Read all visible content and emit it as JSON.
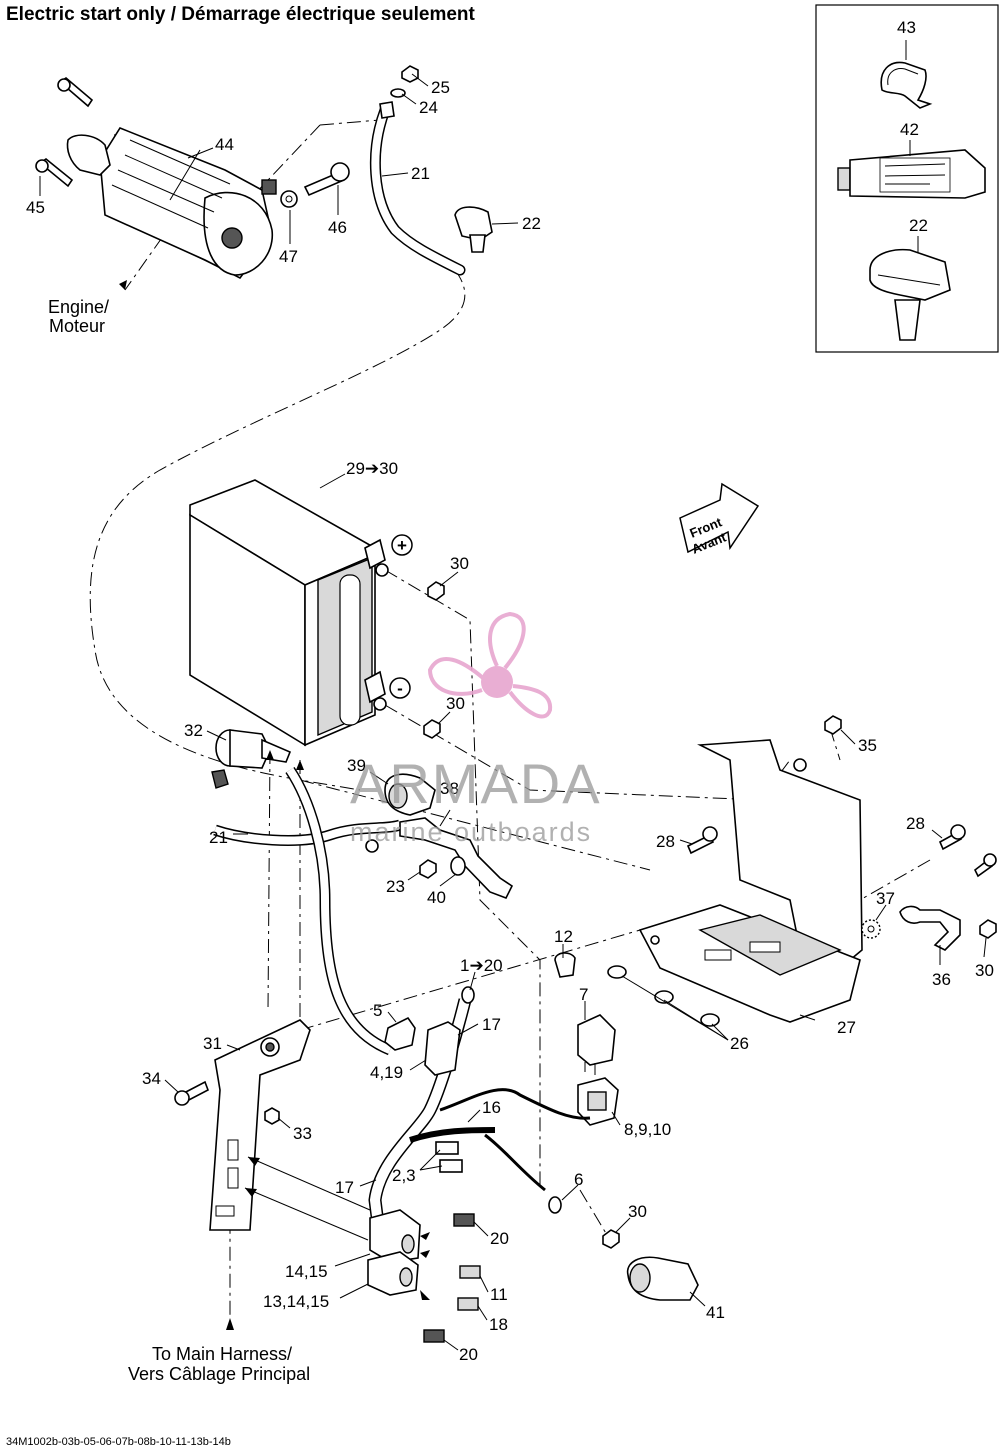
{
  "header": {
    "title": "Electric start only / Démarrage électrique seulement"
  },
  "footer": {
    "code": "34M1002b-03b-05-06-07b-08b-10-11-13b-14b"
  },
  "notes": {
    "engine_line1": "Engine/",
    "engine_line2": "Moteur",
    "harness_line1": "To Main Harness/",
    "harness_line2": "Vers Câblage Principal",
    "front_line1": "Front",
    "front_line2": "Avant",
    "plus_sign": "+",
    "minus_sign": "-"
  },
  "watermark": {
    "brand": "ARMADA",
    "tagline": "marine outboards",
    "color": "#e7a6cf"
  },
  "callouts": {
    "c43": "43",
    "c42": "42",
    "c22_inset": "22",
    "c25": "25",
    "c24": "24",
    "c44": "44",
    "c21_top": "21",
    "c22": "22",
    "c45": "45",
    "c46": "46",
    "c47": "47",
    "c29_30": "29➔30",
    "c30_a": "30",
    "c30_b": "30",
    "c32": "32",
    "c39": "39",
    "c38": "38",
    "c21_mid": "21",
    "c23": "23",
    "c40": "40",
    "c35": "35",
    "c28_a": "28",
    "c28_b": "28",
    "c37": "37",
    "c36": "36",
    "c30_c": "30",
    "c12": "12",
    "c7": "7",
    "c1_20": "1➔20",
    "c5": "5",
    "c17_a": "17",
    "c31": "31",
    "c4_19": "4,19",
    "c34": "34",
    "c33": "33",
    "c16": "16",
    "c8_9_10": "8,9,10",
    "c26": "26",
    "c27": "27",
    "c2_3": "2,3",
    "c17_b": "17",
    "c6": "6",
    "c30_d": "30",
    "c20_a": "20",
    "c14_15": "14,15",
    "c11": "11",
    "c13_14_15": "13,14,15",
    "c18": "18",
    "c41": "41",
    "c20_b": "20"
  }
}
